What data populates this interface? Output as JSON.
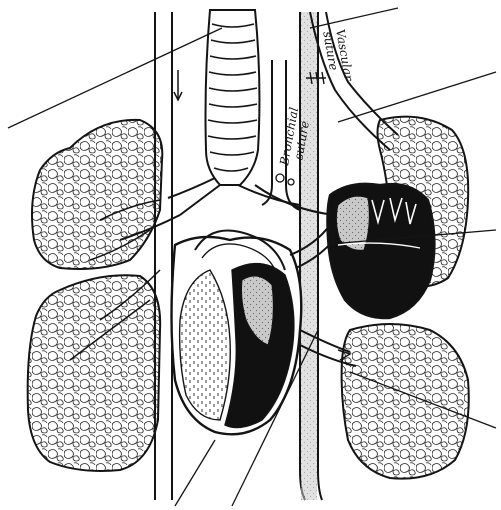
{
  "labels": {
    "vascular_suture_line1": "Vascular",
    "vascular_suture_line2": "suture",
    "bronchial_suture_line1": "Bronchial",
    "bronchial_suture_line2": "suture"
  },
  "colors": {
    "ink": "#141414",
    "paper": "#ffffff",
    "shade": "#c9c9c9",
    "chamber": "#111111"
  },
  "icons": {
    "flow_arrow": "arrow-down-icon",
    "suture_marks": "suture-cross-icon"
  }
}
